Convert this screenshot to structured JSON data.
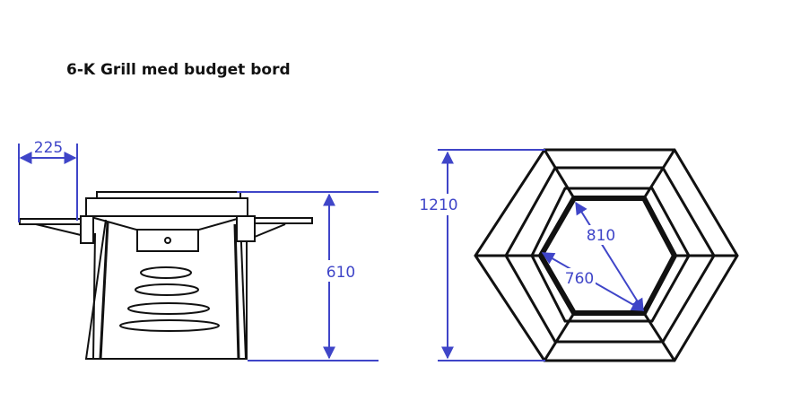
{
  "title": "6-K Grill med budget bord",
  "dimensions": {
    "side_table_width": "225",
    "height": "610",
    "outer_width": "1210",
    "inner_across_corners": "810",
    "inner_across_flats": "760"
  },
  "colors": {
    "dimension": "#3f45c8",
    "outline": "#111111"
  }
}
